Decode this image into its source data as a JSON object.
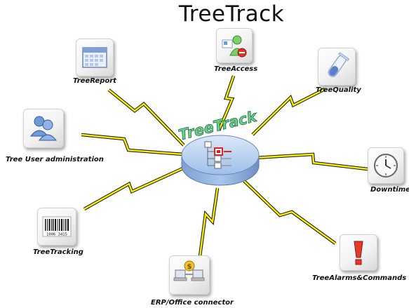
{
  "title": "TreeTrack",
  "hub": {
    "label": "TreeTrack"
  },
  "nodes": {
    "report": {
      "label": "TreeReport",
      "icon": "calendar-icon"
    },
    "access": {
      "label": "TreeAccess",
      "icon": "user-access-icon"
    },
    "quality": {
      "label": "TreeQuality",
      "icon": "test-tube-icon"
    },
    "user_admin": {
      "label": "Tree User administration",
      "icon": "users-icon"
    },
    "downtime": {
      "label": "Downtime",
      "icon": "clock-icon"
    },
    "tracking": {
      "label": "TreeTracking",
      "icon": "barcode-icon"
    },
    "erp": {
      "label": "ERP/Office connector",
      "icon": "connector-icon"
    },
    "alarms": {
      "label": "TreeAlarms&Commands",
      "icon": "exclamation-icon"
    }
  },
  "barcode_text": "1006 3415",
  "colors": {
    "lightning": "#f6f000",
    "lightning_stroke": "#111111",
    "hub_fill": "#a9c6ec",
    "hub_text": "#2e8b57"
  }
}
